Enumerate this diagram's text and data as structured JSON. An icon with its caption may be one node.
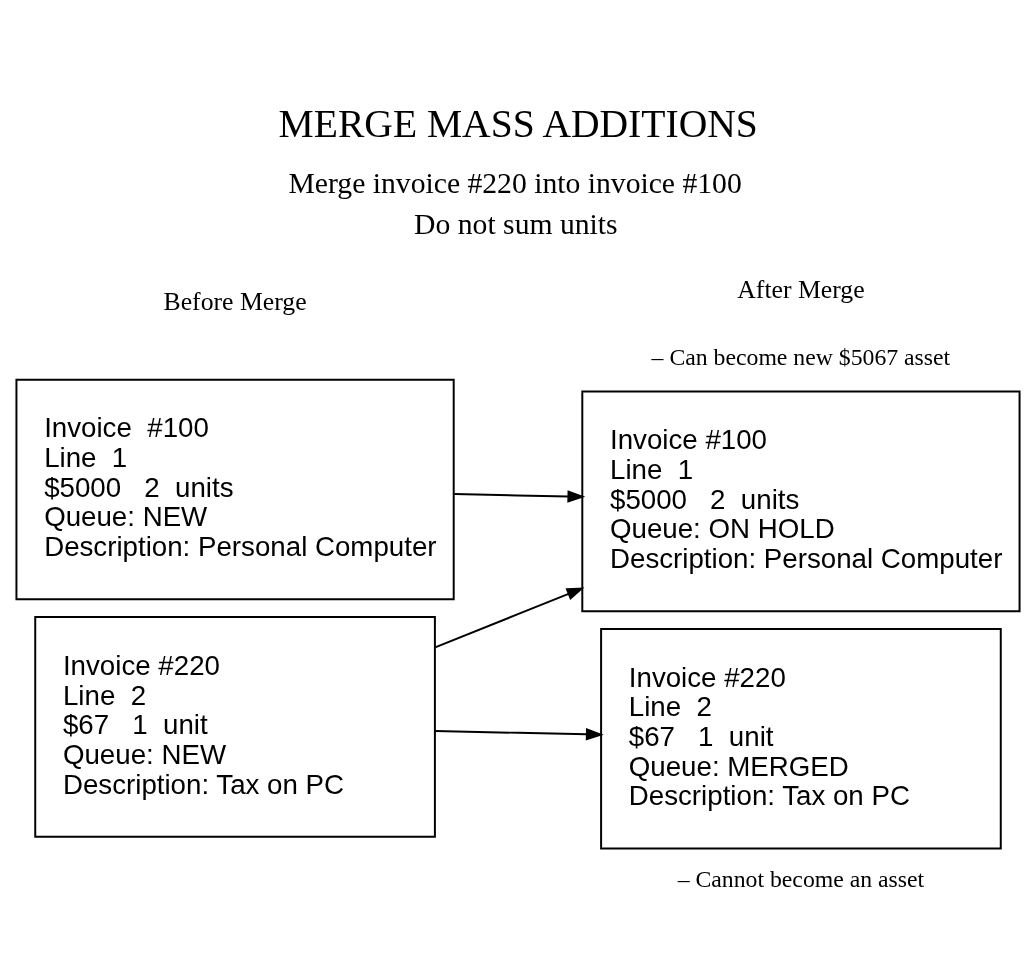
{
  "diagram": {
    "title": "MERGE MASS ADDITIONS",
    "nodes": [
      {
        "text": [
          "Invoice  #100",
          "Line  1",
          "$5000   2  units",
          "Queue: NEW",
          "Description: Personal Computer"
        ]
      },
      {
        "text": [
          "Invoice #100",
          "Line  1",
          "$5000   2  units",
          "Queue: ON HOLD",
          "Description: Personal Computer"
        ],
        "beside": [
          "– Can become new $5067 asset"
        ]
      },
      {
        "text": [
          "Invoice #220",
          "Line  2",
          "$67   1  unit",
          "Queue: NEW",
          "Description: Tax on PC"
        ]
      },
      {
        "text": [
          "Invoice #220",
          "Line  2",
          "$67   1  unit",
          "Queue: MERGED",
          "Description: Tax on PC"
        ],
        "beside": [
          "– Cannot become an asset"
        ]
      }
    ],
    "edges": [
      {
        "from": 0,
        "to": 1,
        "arrow": "to"
      },
      {
        "from": 2,
        "to": 1,
        "arrow": "to"
      },
      {
        "from": 2,
        "to": 3,
        "arrow": "to"
      }
    ],
    "labels": [
      "Merge invoice #220 into invoice #100",
      "Do not sum units",
      "Before Merge",
      "After Merge"
    ]
  }
}
